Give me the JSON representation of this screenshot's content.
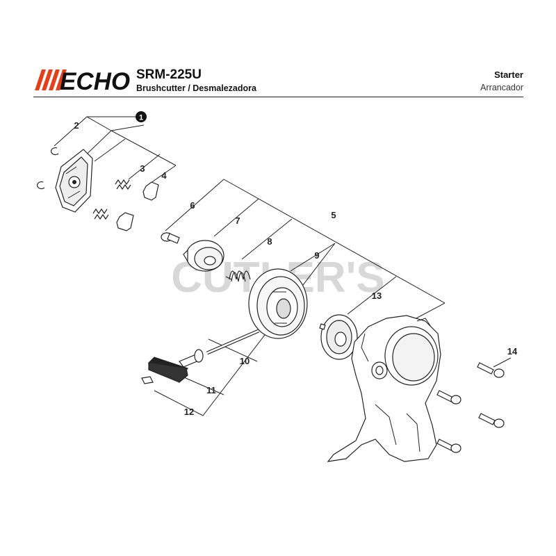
{
  "header": {
    "brand": "ECHO",
    "brand_color": "#e2401c",
    "model": "SRM-225U",
    "subtitle": "Brushcutter / Desmalezadora",
    "section_title": "Starter",
    "section_title_es": "Arrancador"
  },
  "watermark": "CUTLER'S",
  "callouts": [
    "1",
    "2",
    "3",
    "4",
    "5",
    "6",
    "7",
    "8",
    "9",
    "10",
    "11",
    "12",
    "13",
    "14"
  ]
}
